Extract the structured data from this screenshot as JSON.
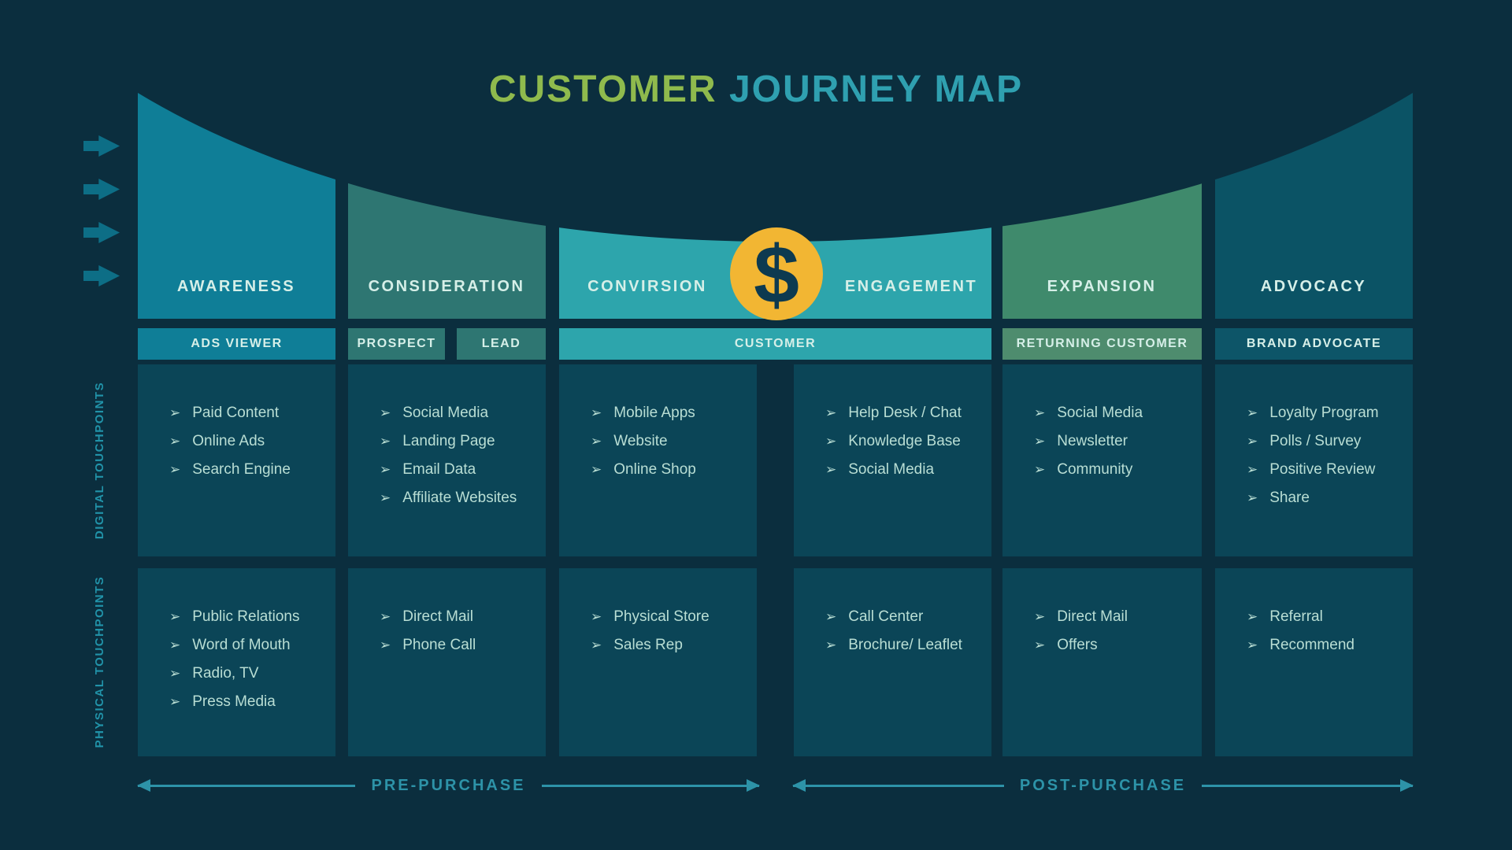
{
  "title": {
    "word1": "CUSTOMER",
    "word2": "JOURNEY MAP"
  },
  "colors": {
    "background": "#0b2e3e",
    "cell": "#0b4557",
    "cell_text": "#b9ded4",
    "stage_text": "#d6efe8",
    "title_green": "#8fba4d",
    "title_teal": "#2fa0b0",
    "dollar_circle": "#f2b633",
    "dollar_glyph": "#0d3a50",
    "arrow_teal": "#2d93a8",
    "side_label": "#2193a9",
    "chevron": "#0d6e86"
  },
  "icons": {
    "bullet": "➢",
    "dollar": "$",
    "flow_arrow": "right-chevron"
  },
  "stages": [
    {
      "label": "AWARENESS",
      "color": "#0f7e97"
    },
    {
      "label": "CONSIDERATION",
      "color": "#2e7672"
    },
    {
      "label": "CONVIRSION",
      "color": "#2da5ac"
    },
    {
      "label": "ENGAGEMENT",
      "color": "#2da5ac"
    },
    {
      "label": "EXPANSION",
      "color": "#3f8a6c"
    },
    {
      "label": "ADVOCACY",
      "color": "#0b5365"
    }
  ],
  "personas": [
    {
      "label": "ADS VIEWER",
      "color": "#0f7e97"
    },
    {
      "label": "PROSPECT",
      "color": "#2e7672"
    },
    {
      "label": "LEAD",
      "color": "#2e7672"
    },
    {
      "label": "CUSTOMER",
      "color": "#2da5ac"
    },
    {
      "label": "RETURNING CUSTOMER",
      "color": "#4e8c6e"
    },
    {
      "label": "BRAND ADVOCATE",
      "color": "#0d5568"
    }
  ],
  "rows": {
    "digital": {
      "label": "DIGITAL TOUCHPOINTS",
      "cells": [
        {
          "items": [
            "Paid Content",
            "Online Ads",
            "Search Engine"
          ]
        },
        {
          "items": [
            "Social Media",
            "Landing Page",
            "Email Data",
            "Affiliate Websites"
          ]
        },
        {
          "items": [
            "Mobile Apps",
            "Website",
            "Online Shop"
          ]
        },
        {
          "items": [
            "Help Desk / Chat",
            "Knowledge Base",
            "Social Media"
          ]
        },
        {
          "items": [
            "Social Media",
            "Newsletter",
            "Community"
          ]
        },
        {
          "items": [
            "Loyalty Program",
            "Polls / Survey",
            "Positive Review",
            "Share"
          ]
        }
      ]
    },
    "physical": {
      "label": "PHYSICAL TOUCHPOINTS",
      "cells": [
        {
          "items": [
            "Public Relations",
            "Word of Mouth",
            "Radio, TV",
            "Press Media"
          ]
        },
        {
          "items": [
            "Direct Mail",
            "Phone Call"
          ]
        },
        {
          "items": [
            "Physical Store",
            "Sales Rep"
          ]
        },
        {
          "items": [
            "Call Center",
            "Brochure/ Leaflet"
          ]
        },
        {
          "items": [
            "Direct Mail",
            "Offers"
          ]
        },
        {
          "items": [
            "Referral",
            "Recommend"
          ]
        }
      ]
    }
  },
  "phases": {
    "pre": "PRE-PURCHASE",
    "post": "POST-PURCHASE"
  }
}
